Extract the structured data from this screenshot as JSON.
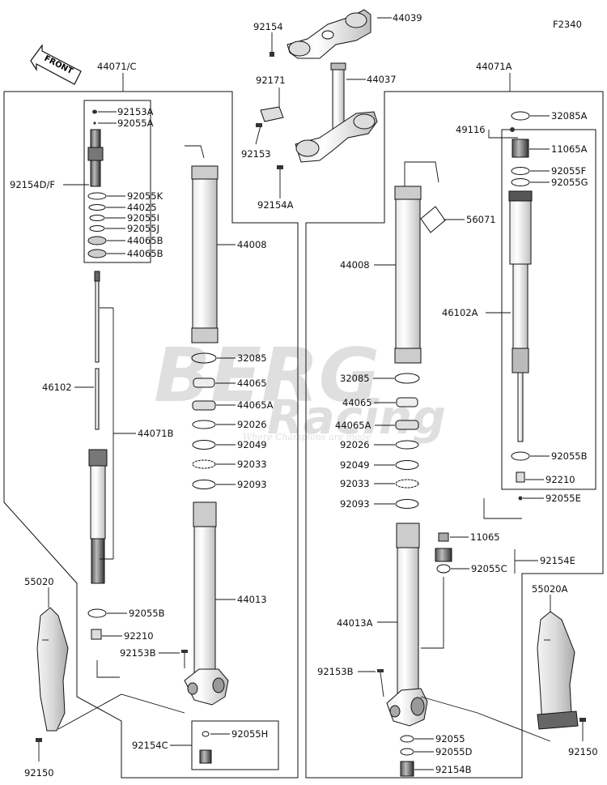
{
  "figure_code": "F2340",
  "front_label": "FRONT",
  "watermark": {
    "brand": "BERG",
    "sub": "Racing",
    "tagline": "Where Champions are made"
  },
  "labels": {
    "l92154_top": "92154",
    "l44039": "44039",
    "l92171": "92171",
    "l44037": "44037",
    "l92153_top": "92153",
    "l92154A": "92154A",
    "l44071C": "44071/C",
    "l92153A": "92153A",
    "l92055A": "92055A",
    "l92154DF": "92154D/F",
    "l92055K": "92055K",
    "l44025": "44025",
    "l92055I": "92055I",
    "l92055J": "92055J",
    "l44065B_1": "44065B",
    "l44065B_2": "44065B",
    "l44008_L": "44008",
    "l32085_L": "32085",
    "l44065_L": "44065",
    "l44065A_L": "44065A",
    "l92026_L": "92026",
    "l92049_L": "92049",
    "l92033_L": "92033",
    "l92093_L": "92093",
    "l46102": "46102",
    "l44071B": "44071B",
    "l44013": "44013",
    "l55020": "55020",
    "l92055B_L": "92055B",
    "l92210_L": "92210",
    "l92153B_L": "92153B",
    "l92154C": "92154C",
    "l92055H": "92055H",
    "l92150_L": "92150",
    "l44071A": "44071A",
    "l32085A": "32085A",
    "l49116": "49116",
    "l11065A": "11065A",
    "l92055F": "92055F",
    "l92055G": "92055G",
    "l56071": "56071",
    "l44008_R": "44008",
    "l46102A": "46102A",
    "l32085_R": "32085",
    "l44065_R": "44065",
    "l44065A_R": "44065A",
    "l92026_R": "92026",
    "l92049_R": "92049",
    "l92033_R": "92033",
    "l92093_R": "92093",
    "l92055B_R": "92055B",
    "l92210_R": "92210",
    "l92055E": "92055E",
    "l11065": "11065",
    "l92154E": "92154E",
    "l92055C": "92055C",
    "l44013A": "44013A",
    "l55020A": "55020A",
    "l92153B_R": "92153B",
    "l92055_R": "92055",
    "l92055D": "92055D",
    "l92154B": "92154B",
    "l92150_R": "92150"
  }
}
